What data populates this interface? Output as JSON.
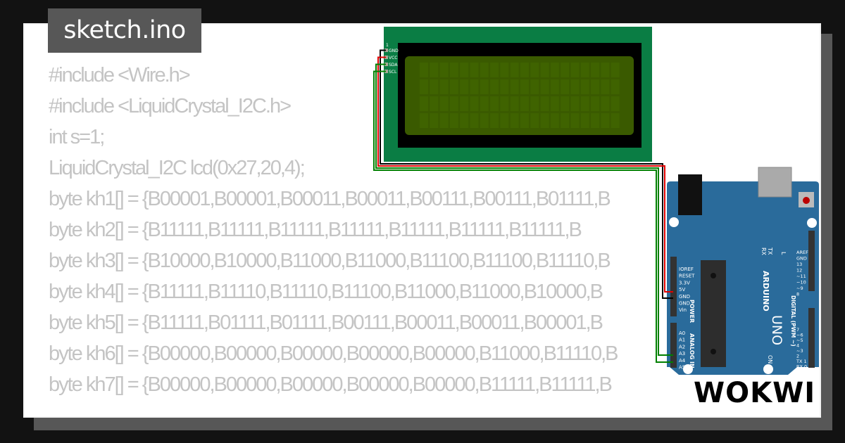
{
  "file_tab": {
    "label": "sketch.ino"
  },
  "code": {
    "lines": [
      "#include <Wire.h>",
      "#include <LiquidCrystal_I2C.h>",
      "int s=1;",
      "LiquidCrystal_I2C lcd(0x27,20,4);",
      "byte kh1[] = {B00001,B00001,B00011,B00011,B00111,B00111,B01111,B",
      "byte kh2[] = {B11111,B11111,B11111,B11111,B11111,B11111,B11111,B",
      "byte kh3[] = {B10000,B10000,B11000,B11000,B11100,B11100,B11110,B",
      "byte kh4[] = {B11111,B11110,B11110,B11100,B11000,B11000,B10000,B",
      "byte kh5[] = {B11111,B01111,B01111,B00111,B00011,B00011,B00001,B",
      "byte kh6[] = {B00000,B00000,B00000,B00000,B00000,B11000,B11110,B",
      "byte kh7[] = {B00000,B00000,B00000,B00000,B00000,B11111,B11111,B"
    ]
  },
  "lcd": {
    "pin_1_label": "1",
    "pins": [
      "GND",
      "VCC",
      "SDA",
      "SCL"
    ],
    "pcb_color": "#0a7d44",
    "screen_color": "#3a5a00"
  },
  "arduino": {
    "brand": "ARDUINO",
    "model": "UNO",
    "digital_label": "DIGITAL (PWM ~)",
    "power_label": "POWER",
    "analog_label": "ANALOG IN",
    "led_labels": [
      "L",
      "TX",
      "RX",
      "ON"
    ],
    "top_pins": [
      "AREF",
      "GND",
      "13",
      "12",
      "~11",
      "~10",
      "~9",
      "8",
      "7",
      "~6",
      "~5",
      "4",
      "~3",
      "2",
      "TX 1",
      "RX 0"
    ],
    "power_pins": [
      "IOREF",
      "RESET",
      "3.3V",
      "5V",
      "GND",
      "GND",
      "Vin"
    ],
    "analog_pins": [
      "A0",
      "A1",
      "A2",
      "A3",
      "A4",
      "A5"
    ],
    "board_color": "#2a6b9b"
  },
  "wires": {
    "vcc": "#e00000",
    "gnd": "#000000",
    "sda": "#008000",
    "scl": "#008000"
  },
  "brand_logo": {
    "text": "WOKWI"
  }
}
